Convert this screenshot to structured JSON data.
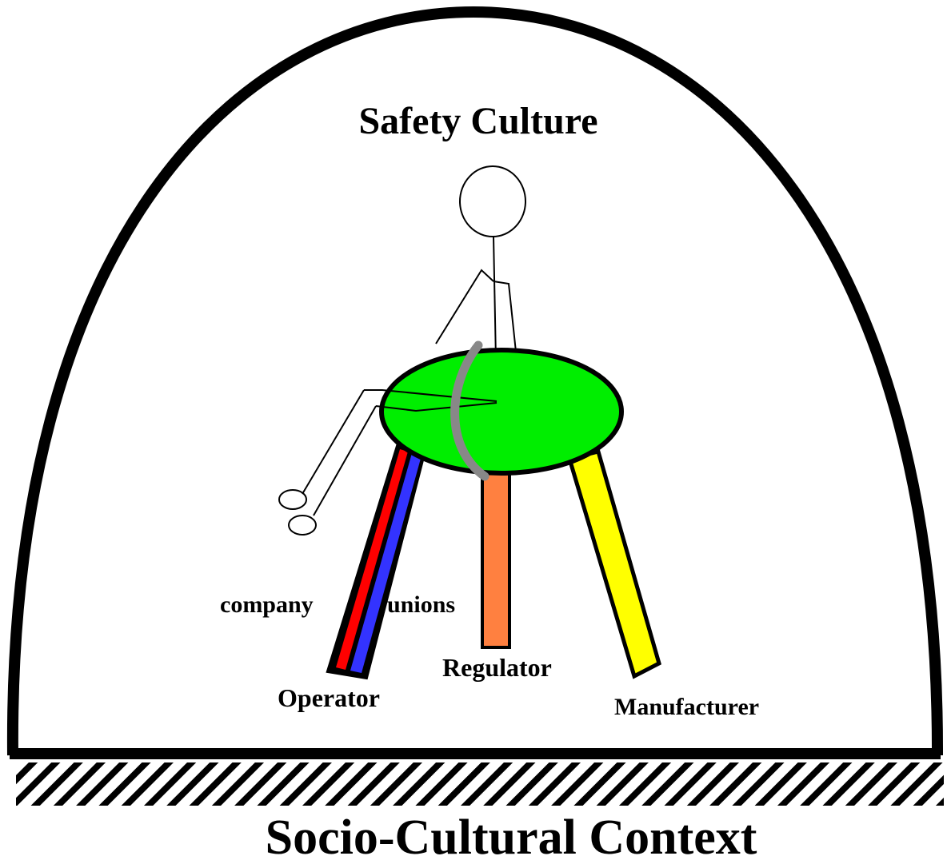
{
  "title": "Safety Culture",
  "context_label": "Socio-Cultural Context",
  "legs": {
    "operator": "Operator",
    "regulator": "Regulator",
    "manufacturer": "Manufacturer"
  },
  "operator_strands": {
    "company": "company",
    "unions": "unions"
  },
  "colors": {
    "seat": "#00ee00",
    "company_strand": "#ff0000",
    "unions_strand": "#3333ff",
    "regulator_leg": "#ff8040",
    "manufacturer_leg": "#ffff00",
    "seatbelt": "#888888",
    "outline": "#000000"
  }
}
